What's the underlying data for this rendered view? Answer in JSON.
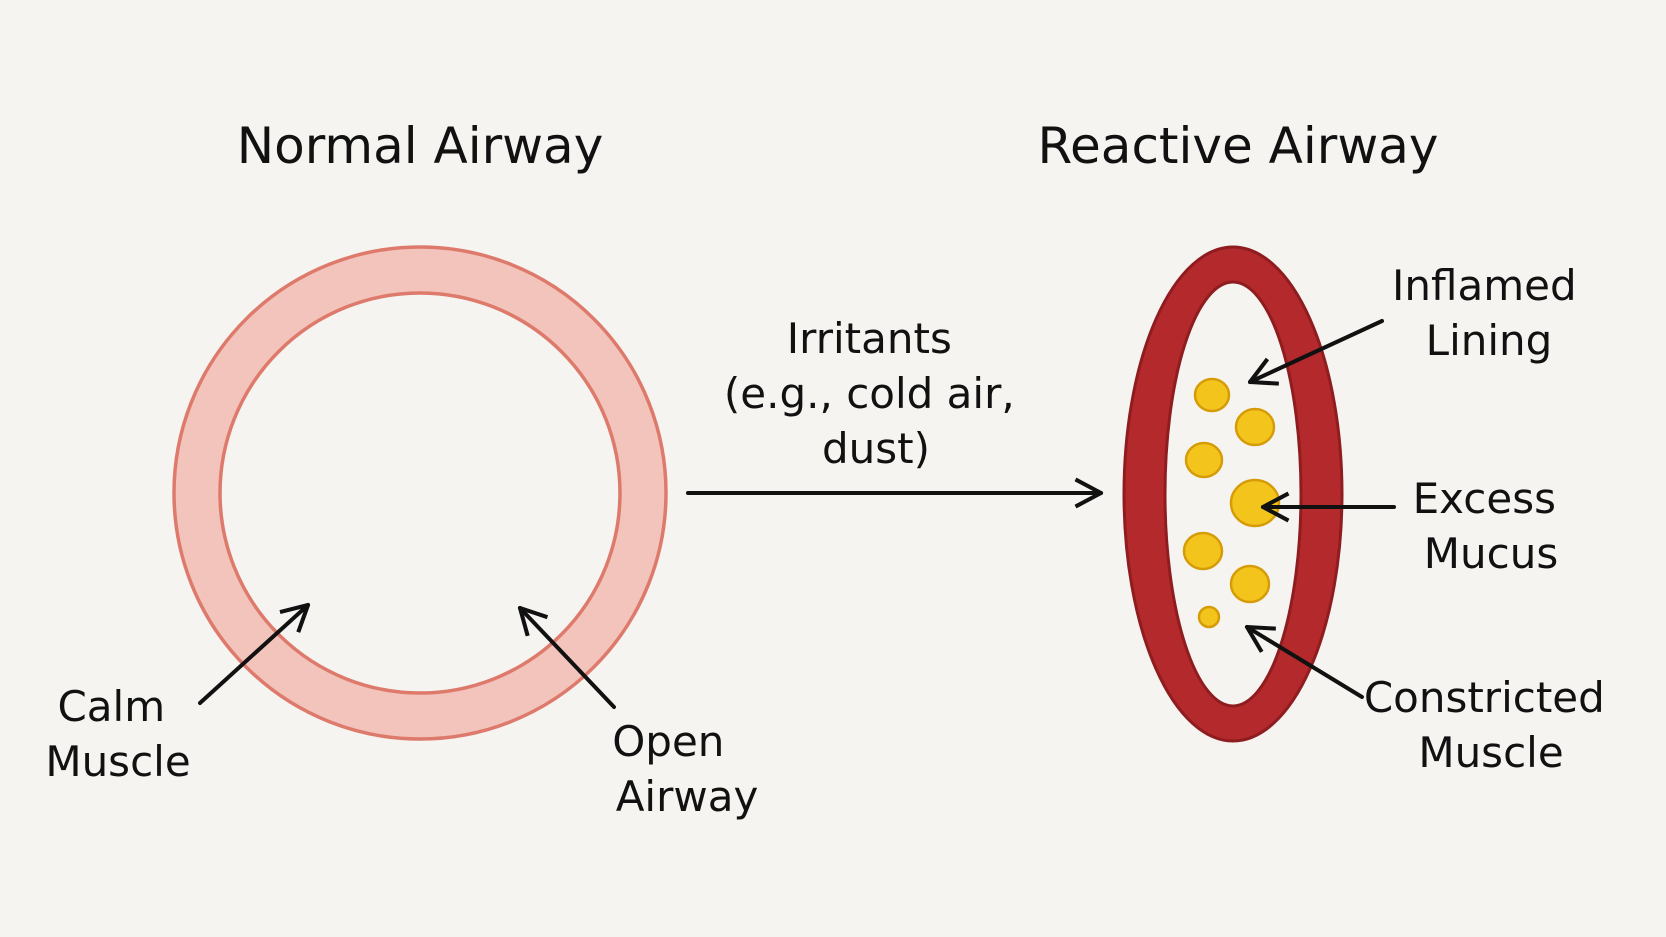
{
  "titles": {
    "left": "Normal Airway",
    "right": "Reactive Airway"
  },
  "labels": {
    "calm_muscle": [
      "Calm",
      "Muscle"
    ],
    "open_airway": [
      "Open",
      "Airway"
    ],
    "irritants": [
      "Irritants",
      "(e.g., cold air,",
      "dust)"
    ],
    "inflamed_lining": [
      "Inflamed",
      "Lining"
    ],
    "excess_mucus": [
      "Excess",
      "Mucus"
    ],
    "constricted_muscle": [
      "Constricted",
      "Muscle"
    ]
  },
  "colors": {
    "background": "#f5f4f1",
    "normal_ring_fill": "#f2c4bb",
    "normal_ring_stroke": "#de7a6c",
    "reactive_wall": "#b3292c",
    "reactive_wall_stroke": "#8f1d20",
    "mucus_fill": "#f3c51c",
    "mucus_stroke": "#d69c08",
    "text": "#111111"
  }
}
